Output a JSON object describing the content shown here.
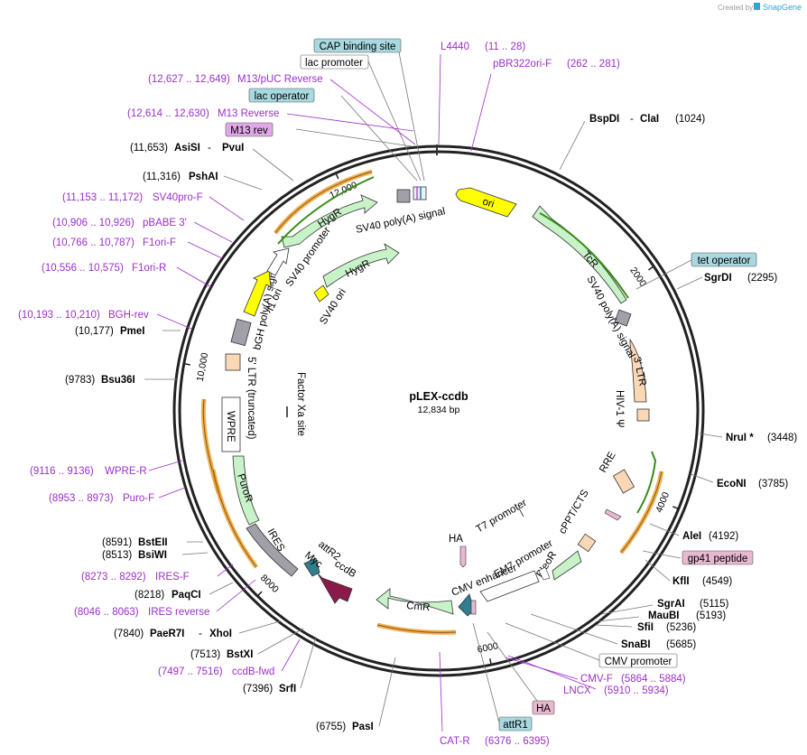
{
  "header": {
    "brand_prefix": "Created by",
    "brand_name": "SnapGene"
  },
  "plasmid": {
    "name": "pLEX-ccdb",
    "length_label": "12,834 bp",
    "length": 12834
  },
  "ticks": [
    {
      "label": "2000",
      "pos": 2000
    },
    {
      "label": "4000",
      "pos": 4000
    },
    {
      "label": "6000",
      "pos": 6000
    },
    {
      "label": "8000",
      "pos": 8000
    },
    {
      "label": "10,000",
      "pos": 10000
    },
    {
      "label": "12,000",
      "pos": 12000
    }
  ],
  "labels": {
    "cap": "CAP binding site",
    "lacp": "lac promoter",
    "m13puc_c": "(12,627 .. 12,649)",
    "m13puc_n": "M13/pUC Reverse",
    "lacop": "lac operator",
    "m13r_c": "(12,614 .. 12,630)",
    "m13r_n": "M13 Reverse",
    "m13rev": "M13 rev",
    "asisi_c": "(11,653)",
    "asisi_n": "AsiSI",
    "asisi_n2": "PvuI",
    "pshai_c": "(11,316)",
    "pshai_n": "PshAI",
    "sv40f_c": "(11,153 .. 11,172)",
    "sv40f_n": "SV40pro-F",
    "pbabe_c": "(10,906 .. 10,926)",
    "pbabe_n": "pBABE 3'",
    "f1f_c": "(10,766 .. 10,787)",
    "f1f_n": "F1ori-F",
    "f1r_c": "(10,556 .. 10,575)",
    "f1r_n": "F1ori-R",
    "bgh_c": "(10,193 .. 10,210)",
    "bgh_n": "BGH-rev",
    "pmei_c": "(10,177)",
    "pmei_n": "PmeI",
    "bsu_c": "(9783)",
    "bsu_n": "Bsu36I",
    "wprer_c": "(9116 .. 9136)",
    "wprer_n": "WPRE-R",
    "purof_c": "(8953 .. 8973)",
    "purof_n": "Puro-F",
    "bsteii_c": "(8591)",
    "bsteii_n": "BstEII",
    "bsiwi_c": "(8513)",
    "bsiwi_n": "BsiWI",
    "iresf_c": "(8273 .. 8292)",
    "iresf_n": "IRES-F",
    "paqci_c": "(8218)",
    "paqci_n": "PaqCI",
    "iresr_c": "(8046 .. 8063)",
    "iresr_n": "IRES reverse",
    "paer7i_c": "(7840)",
    "paer7i_n": "PaeR7I",
    "paer7i_n2": "XhoI",
    "bstxi_c": "(7513)",
    "bstxi_n": "BstXI",
    "ccdbf_c": "(7497 .. 7516)",
    "ccdbf_n": "ccdB-fwd",
    "srfi_c": "(7396)",
    "srfi_n": "SrfI",
    "pasi_c": "(6755)",
    "pasi_n": "PasI",
    "catr_n": "CAT-R",
    "attr1": "attR1",
    "attr1_c": "(6376 .. 6395)",
    "ha_box": "HA",
    "lncx_n": "LNCX",
    "lncx_c": "(5910 .. 5934)",
    "cmvf_n": "CMV-F",
    "cmvf_c": "(5864 .. 5884)",
    "cmvp_box": "CMV promoter",
    "snabi_n": "SnaBI",
    "snabi_c": "(5685)",
    "sfii_n": "SfiI",
    "sfii_c": "(5236)",
    "maubi_n": "MauBI",
    "maubi_c": "(5193)",
    "sgrai_n": "SgrAI",
    "sgrai_c": "(5115)",
    "kfli_n": "KflI",
    "kfli_c": "(4549)",
    "gp41": "gp41 peptide",
    "alei_n": "AleI",
    "alei_c": "(4192)",
    "econi_n": "EcoNI",
    "econi_c": "(3785)",
    "nrui_n": "NruI *",
    "nrui_c": "(3448)",
    "sgrdi_n": "SgrDI",
    "sgrdi_c": "(2295)",
    "tetop": "tet operator",
    "bspdi_n": "BspDI",
    "bspdi_n2": "ClaI",
    "bspdi_c": "(1024)",
    "pbr_n": "pBR322ori-F",
    "pbr_c": "(262 .. 281)",
    "l4440_n": "L4440",
    "l4440_c": "(11 .. 28)"
  },
  "features": {
    "ori": "ori",
    "tcr": "TcR",
    "hygr_outer": "HygR",
    "hygr_inner": "HygR",
    "sv40pa_top": "SV40 poly(A) signal",
    "sv40prom_outer": "SV40 promoter",
    "sv40ori": "SV40 ori",
    "f1ori": "f1 ori",
    "bghpa": "bGH poly(A) signal",
    "ltr5": "5' LTR (truncated)",
    "factorxa": "Factor Xa site",
    "sv40pa_right": "SV40 poly(A) signal",
    "ltr3": "3' LTR",
    "hiv": "HIV-1 Ψ",
    "rre": "RRE",
    "cppt": "cPPT/CTS",
    "t7": "T7 promoter",
    "ha_feat": "HA",
    "em7": "EM7 promoter",
    "bleor": "BleoR",
    "cmvenh": "CMV enhancer",
    "cmr": "CmR",
    "attr2": "attR2",
    "myc": "Myc",
    "ccdb": "ccdB",
    "ires": "IRES",
    "puror": "PuroR",
    "wpre": "WPRE"
  },
  "colors": {
    "purple": "#9b2fc9",
    "ori": "#ffff00",
    "resistance": "#c8f2c8",
    "ltr": "#fad7b5",
    "grey": "#a0a0a8",
    "primer_orange": "#f0a030",
    "box_blue": "#a8d8e0",
    "box_pink": "#e8b8d0"
  }
}
